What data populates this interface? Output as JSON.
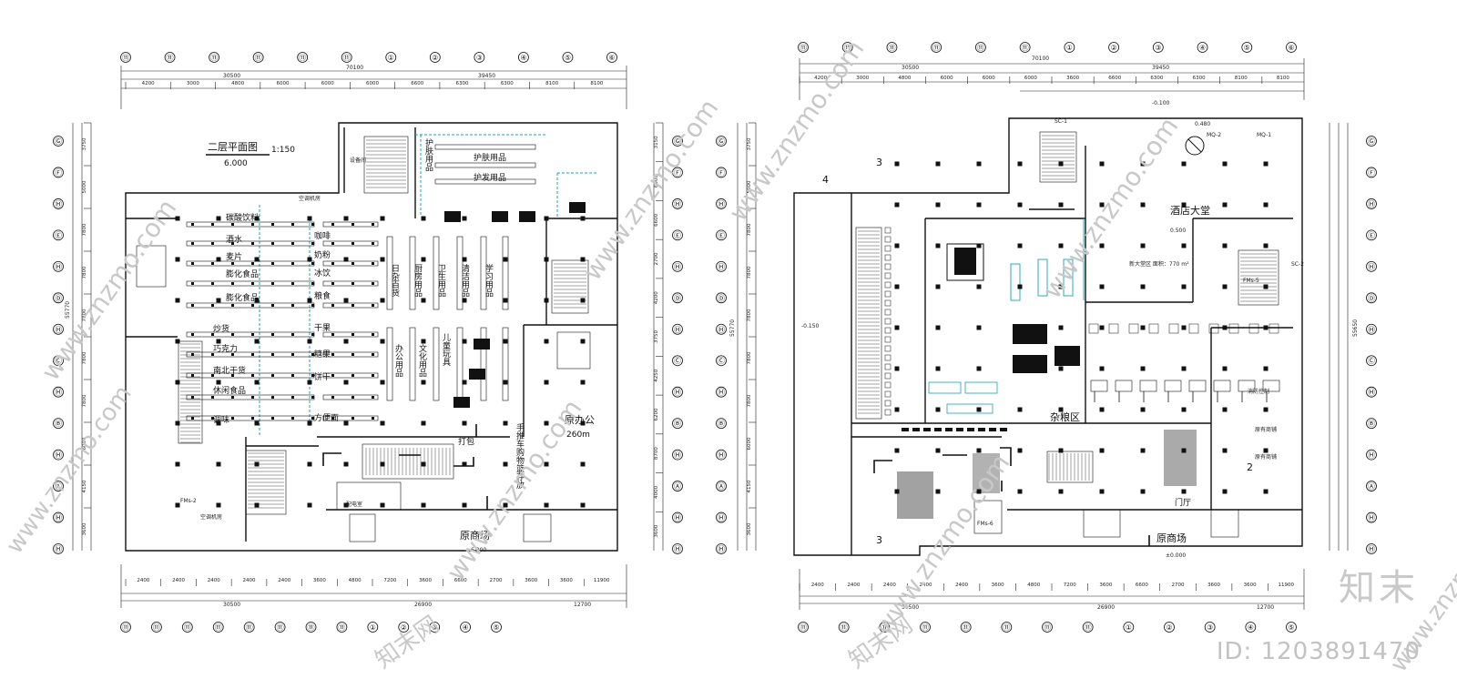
{
  "left_plan": {
    "title": "二层平面图",
    "scale": "1:150",
    "elevation": "6.000",
    "top_total": "70100",
    "top_sub_a": "30500",
    "top_sub_b": "39450",
    "top_dims": [
      "4200",
      "3000",
      "4800",
      "6000",
      "6000",
      "6000",
      "6600",
      "6300",
      "6300",
      "8100",
      "8100"
    ],
    "bottom_total_a": "30500",
    "bottom_total_b": "26900",
    "bottom_total_c": "12700",
    "bottom_dims": [
      "2400",
      "2400",
      "2400",
      "2400",
      "2400",
      "3600",
      "4800",
      "7200",
      "3600",
      "6600",
      "2700",
      "3600",
      "3600",
      "11900"
    ],
    "left_total": "55770",
    "left_dims": [
      "3750",
      "5000",
      "7800",
      "7800",
      "7800",
      "7800",
      "7800",
      "6000",
      "4150",
      "3600"
    ],
    "right_dims": [
      "3150",
      "6900",
      "6600",
      "2700",
      "4200",
      "3750",
      "4250",
      "6200",
      "8700",
      "4000",
      "3600"
    ],
    "top_axes": [
      "⑪",
      "⑪",
      "⑪",
      "⑪",
      "⑪",
      "⑪",
      "①",
      "②",
      "③",
      "④",
      "⑤",
      "⑥"
    ],
    "bottom_axes": [
      "⑪",
      "⑪",
      "⑪",
      "⑪",
      "⑪",
      "⑪",
      "⑪",
      "⑪",
      "①",
      "②",
      "③",
      "④",
      "⑤"
    ],
    "side_axes": [
      "Ⓖ",
      "Ⓕ",
      "Ⓗ",
      "Ⓔ",
      "Ⓗ",
      "Ⓓ",
      "Ⓗ",
      "Ⓒ",
      "Ⓗ",
      "Ⓑ",
      "Ⓗ",
      "Ⓐ",
      "Ⓗ",
      "Ⓗ"
    ],
    "labels": {
      "drinks": "碳酸饮料",
      "wine": "酒水",
      "snacks1": "麦片",
      "puffed1": "膨化食品",
      "puffed2": "膨化食品",
      "stirfry": "炒货",
      "chocolate": "巧克力",
      "dryfood": "南北干货",
      "leisure": "休闲食品",
      "misc": "调味",
      "coffee": "咖啡",
      "powder": "奶粉",
      "dairy": "冰饮",
      "grain": "粮食",
      "daily": "日杂百货",
      "kitchen": "厨房用品",
      "hygiene": "卫生用品",
      "cleaning": "清洁用品",
      "stationery": "学习用品",
      "office": "办公用品",
      "culture": "文化用品",
      "toys": "儿童玩具",
      "care": "护肤用品",
      "care2": "护发用品",
      "dried": "干果",
      "candy": "糖果",
      "pastry": "饼干",
      "noodle": "方便面",
      "office_room": "原办公",
      "office_area": "260m",
      "market": "原商场",
      "market_elev": "6.000",
      "packing": "打包",
      "cart_park": "手推车购物篮存放",
      "ac_room": "空调机房",
      "equip": "设备间",
      "dist": "配电室",
      "fm": "FMs-2"
    }
  },
  "right_plan": {
    "top_total": "70100",
    "top_sub_a": "30500",
    "top_sub_b": "39450",
    "top_dims": [
      "4200",
      "3000",
      "4800",
      "6000",
      "6000",
      "6000",
      "3600",
      "6600",
      "6300",
      "6300",
      "8100",
      "8100"
    ],
    "bottom_dims": [
      "2400",
      "2400",
      "2400",
      "2400",
      "2400",
      "3600",
      "4800",
      "7200",
      "3600",
      "6600",
      "2700",
      "3600",
      "3600",
      "11900"
    ],
    "bottom_total_a": "30500",
    "bottom_total_b": "26900",
    "bottom_total_c": "12700",
    "left_total": "55770",
    "right_total": "55650",
    "labels": {
      "hotel_lobby": "酒店大堂",
      "lobby_elev": "0.500",
      "lobby_area": "新大堂区  面积：770 m²",
      "grain": "杂粮区",
      "market": "原商场",
      "door": "门厅",
      "section3": "3",
      "section4": "4",
      "section2": "2",
      "elev_neg": "-0.150",
      "elev_zero": "±0.000",
      "shop": "原有商铺",
      "shop2": "原有商铺",
      "fire": "消防控制",
      "fm6": "FMs-6",
      "fm5": "FMs-5",
      "mq1": "MQ-1",
      "mq2": "MQ-2",
      "sc1": "SC-1",
      "sc2": "SC-2",
      "dim_top_right": "0.480",
      "dim_neg100": "-0.100"
    }
  },
  "watermark": {
    "diag": "www.znzmo.com",
    "small": "知末网",
    "brand": "知末",
    "image_id": "ID: 1203891470"
  }
}
